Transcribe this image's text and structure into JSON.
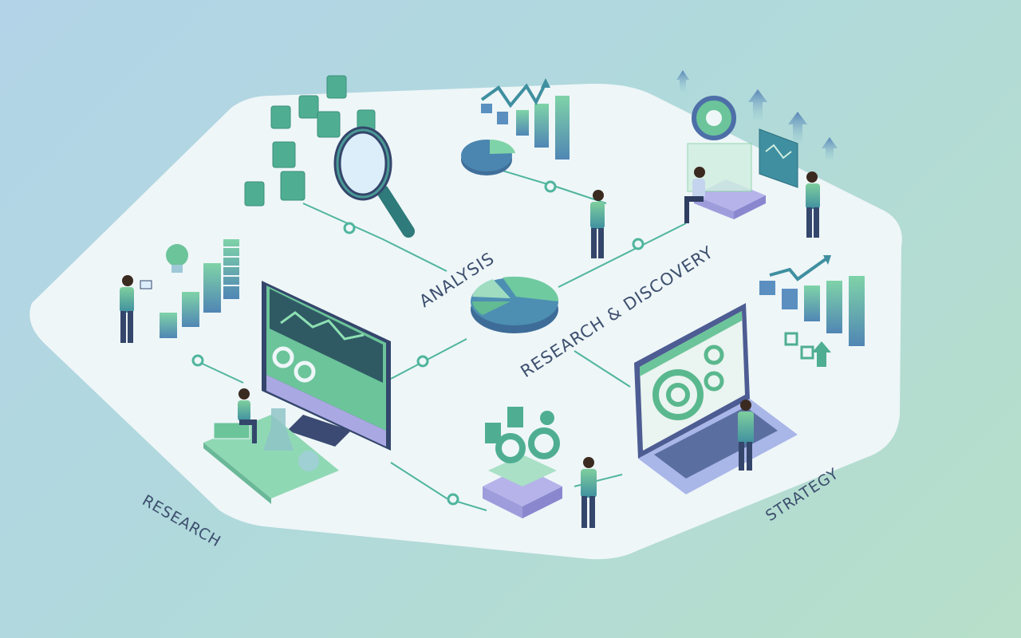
{
  "illustration": {
    "theme": "isometric research workflow",
    "colors": {
      "background_left": "#b3d4e8",
      "background_right": "#b7dfc9",
      "platform": "#eef6f8",
      "accent_green": "#6cc49a",
      "accent_teal": "#3f8f8a",
      "accent_blue": "#4d78a8",
      "accent_lavender": "#a9a8e2",
      "dark_navy": "#34466b"
    },
    "labels": {
      "analysis": "ANALYSIS",
      "research_discovery": "RESEARCH & DISCOVERY",
      "research": "RESEARCH",
      "strategy": "STRATEGY"
    },
    "elements": [
      "magnifying-glass with floating app tiles",
      "bar chart with rising trend arrow and pie chart",
      "gear on glass pedestal with seated person and laptop",
      "person presenting at floating chart board with up arrows",
      "person with tablet beside bar chart and lightbulb",
      "desktop monitor with line chart and donut charts",
      "person sitting on books with lab flasks",
      "central 3D pie chart",
      "gear box on stacked platform with person",
      "laptop with target dashboard and person",
      "bar chart with trend arrow and checkbox icons"
    ]
  }
}
